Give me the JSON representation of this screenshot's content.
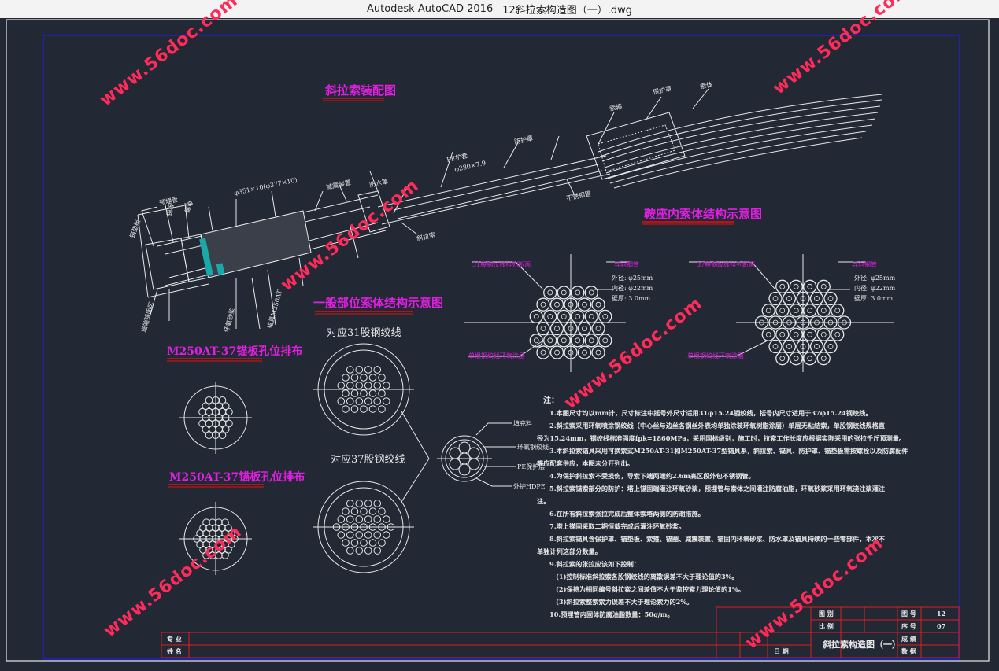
{
  "titlebar": {
    "app": "Autodesk AutoCAD 2016",
    "file": "12斜拉索构造图（一）.dwg"
  },
  "drawing": {
    "main_title": "斜拉索装配图",
    "saddle_title": "鞍座内索体结构示意图",
    "general_title": "一般部位索体结构示意图",
    "anchor_title_1": "M250AT-37锚板孔位排布",
    "anchor_title_2": "M250AT-37锚板孔位排布",
    "strand31_label": "对应31股钢绞线",
    "strand37_label": "对应37股钢绞线",
    "section_labels": [
      "填充料",
      "环氧钢绞线",
      "PE保护层",
      "外护HDPE"
    ],
    "dim_labels": [
      "外径: φ25mm",
      "内径: φ22mm",
      "壁厚: 3.0mm"
    ],
    "saddle_left_label": "31股钢绞线排列断面",
    "saddle_right_label": "37股钢绞线排列断面",
    "saddle_pipe_label": "导向钢管",
    "saddle_bottom_label": "单根钢绞线环氧涂层",
    "notes_heading": "注：",
    "notes": [
      "1.本图尺寸均以mm计，尺寸标注中括号外尺寸适用31φ15.24钢绞线，括号内尺寸适用于37φ15.24钢绞线。",
      "2.斜拉索采用环氧喷涂钢绞线（中心丝与边丝各钢丝外表均单独涂装环氧树脂涂层）单层无粘结索，单股钢绞线规格直",
      "径为15.24mm，钢绞线标准强度fpk=1860MPa，采用国标级别，施工时，拉索工作长度应根据实际采用的张拉千斤顶测量。",
      "3.本斜拉索锚具采用可换索式M250AT-31和M250AT-37型锚具系，斜拉索、锚具、防护罩、锚垫板需按螺栓以及防腐配件",
      "等应配套供应，本图未分开列出。",
      "4.为保护斜拉索不受损伤，导索下端两端约2.6m高区段外包不锈钢管。",
      "5.斜拉索锚索部分的防护：塔上锚固端灌注环氧砂浆，预埋管与索体之间灌注防腐油脂，环氧砂浆采用环氧浇注浆灌注",
      "注。",
      "6.在所有斜拉索张拉完成后整体索塔两侧的防潮措施。",
      "7.塔上锚固采取二期恒载完成后灌注环氧砂浆。",
      "8.斜拉索锚具含保护罩、锚垫板、索箍、锚圈、减震装置、锚固内环氧砂浆、防水罩及锚具持续的一些零部件，本次不",
      "单独计列这部分数量。",
      "9.斜拉索的张拉应该如下控制：",
      "(1)控制标准斜拉索各股钢绞线的离散误差不大于理论值的3%。",
      "(2)保持为相同编号斜拉索之间差值不大于监控索力理论值的1%。",
      "(3)斜拉索整索索力误差不大于理论索力的2%。",
      "10.预埋管内固体防腐油脂数量：50g/m。"
    ],
    "tb_labels": [
      "图 别",
      "比 例",
      "图 号",
      "序 号",
      "专 业",
      "姓 名",
      "日 期",
      "成 绩",
      "数 据"
    ],
    "tb_values": [
      "12",
      "07"
    ],
    "tb_title": "斜拉索构造图（一）",
    "assembly_labels": [
      "锚垫板",
      "预埋管",
      "φ351×10(φ377×10)",
      "减震装置",
      "防水罩",
      "PE护套",
      "防护罩",
      "锚板",
      "螺母",
      "索箍",
      "保护罩",
      "塔端锚固区",
      "不锈钢管",
      "索体",
      "φ280×7.9",
      "斜拉索",
      "环氧砂浆",
      "锚具M250AT"
    ],
    "watermark": "www.56doc.com"
  }
}
